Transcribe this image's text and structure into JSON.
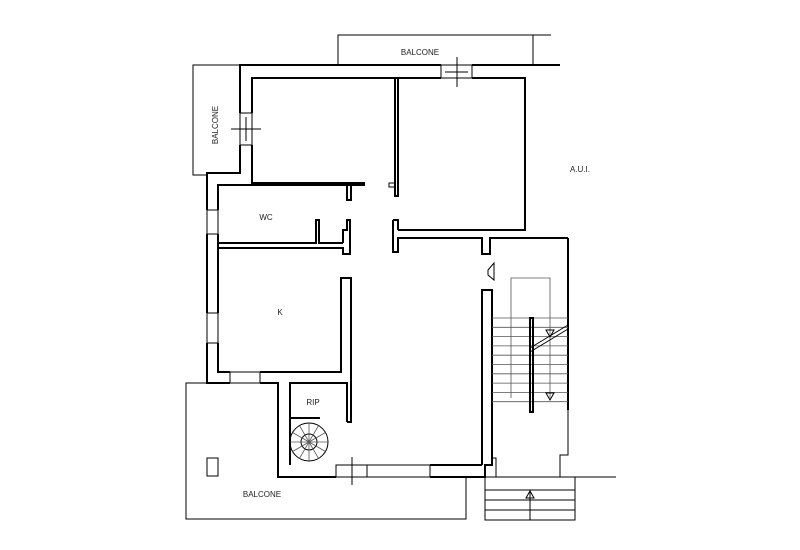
{
  "labels": {
    "balcone_top": "BALCONE",
    "balcone_left": "BALCONE",
    "balcone_bottom": "BALCONE",
    "aui": "A.U.I.",
    "wc": "WC",
    "kitchen": "K",
    "rip": "RIP"
  },
  "colors": {
    "line": "#000000",
    "background": "#ffffff"
  }
}
